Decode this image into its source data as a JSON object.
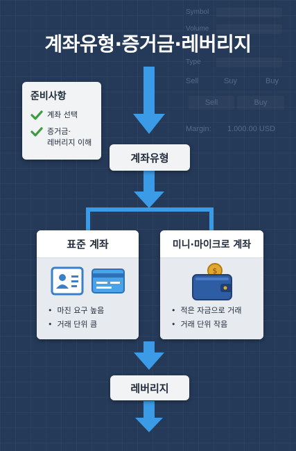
{
  "title": "계좌유형·증거금·레버리지",
  "background_panel": {
    "symbol_label": "Symbol",
    "volume_label": "Volume",
    "type_label": "Type",
    "sell_label": "Sell",
    "suy_label": "Suy",
    "buy_label": "Buy",
    "sell_button": "Sell",
    "buy_button": "Buy",
    "margin_label": "Margin:",
    "margin_value": "1.000.00 USD"
  },
  "prep_card": {
    "title": "준비사항",
    "items": [
      {
        "label": "계좌 선택"
      },
      {
        "label_line1": "증거금·",
        "label_line2": "레버리지 이해"
      }
    ]
  },
  "nodes": {
    "account_type": "계좌유형",
    "leverage": "레버리지"
  },
  "standard_account": {
    "title": "표준 계좌",
    "bullets": [
      "마진 요구 높음",
      "거래 단위 큼"
    ]
  },
  "mini_account": {
    "title": "미니·마이크로 계좌",
    "bullets": [
      "적은 자금으로 거래",
      "거래 단위 작음"
    ]
  },
  "colors": {
    "background": "#253a59",
    "arrow": "#3b9be6",
    "check": "#3f9b3f",
    "card": "#f1f3f5"
  }
}
